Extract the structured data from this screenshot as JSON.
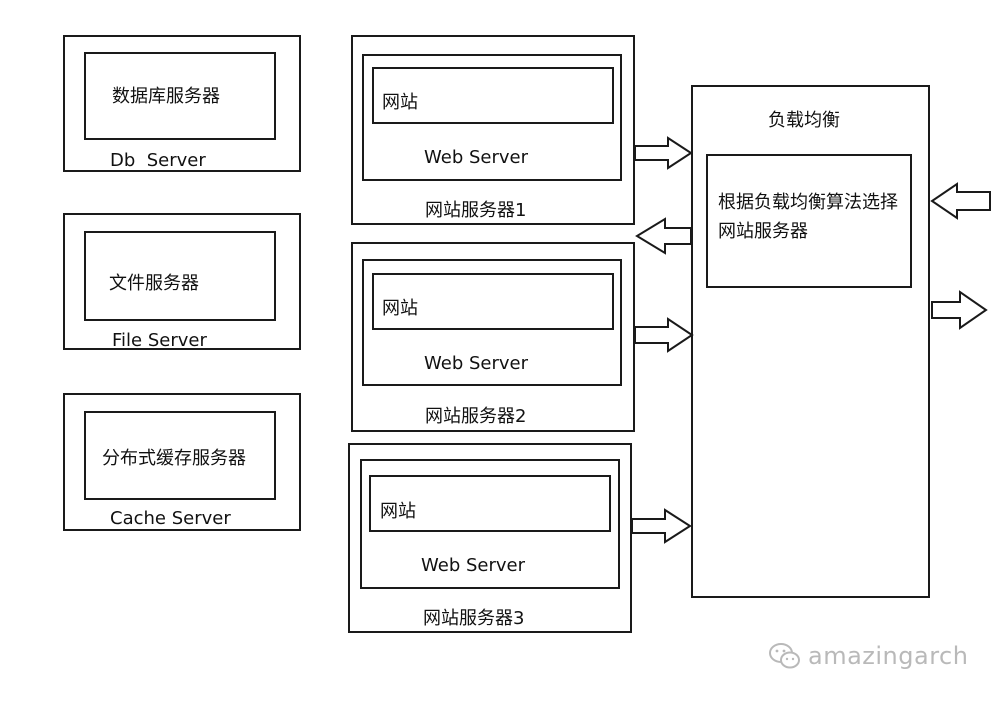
{
  "left_servers": [
    {
      "inner_label": "数据库服务器",
      "outer_label": "Db  Server"
    },
    {
      "inner_label": "文件服务器",
      "outer_label": "File Server"
    },
    {
      "inner_label": "分布式缓存服务器",
      "outer_label": "Cache Server"
    }
  ],
  "web_servers": [
    {
      "site_label": "网站",
      "web_label": "Web Server",
      "caption": "网站服务器1"
    },
    {
      "site_label": "网站",
      "web_label": "Web Server",
      "caption": "网站服务器2"
    },
    {
      "site_label": "网站",
      "web_label": "Web Server",
      "caption": "网站服务器3"
    }
  ],
  "load_balancer": {
    "title": "负载均衡",
    "description": "根据负载均衡算法选择网站服务器"
  },
  "watermark": {
    "text": "amazingarch",
    "icon": "wechat-icon"
  }
}
